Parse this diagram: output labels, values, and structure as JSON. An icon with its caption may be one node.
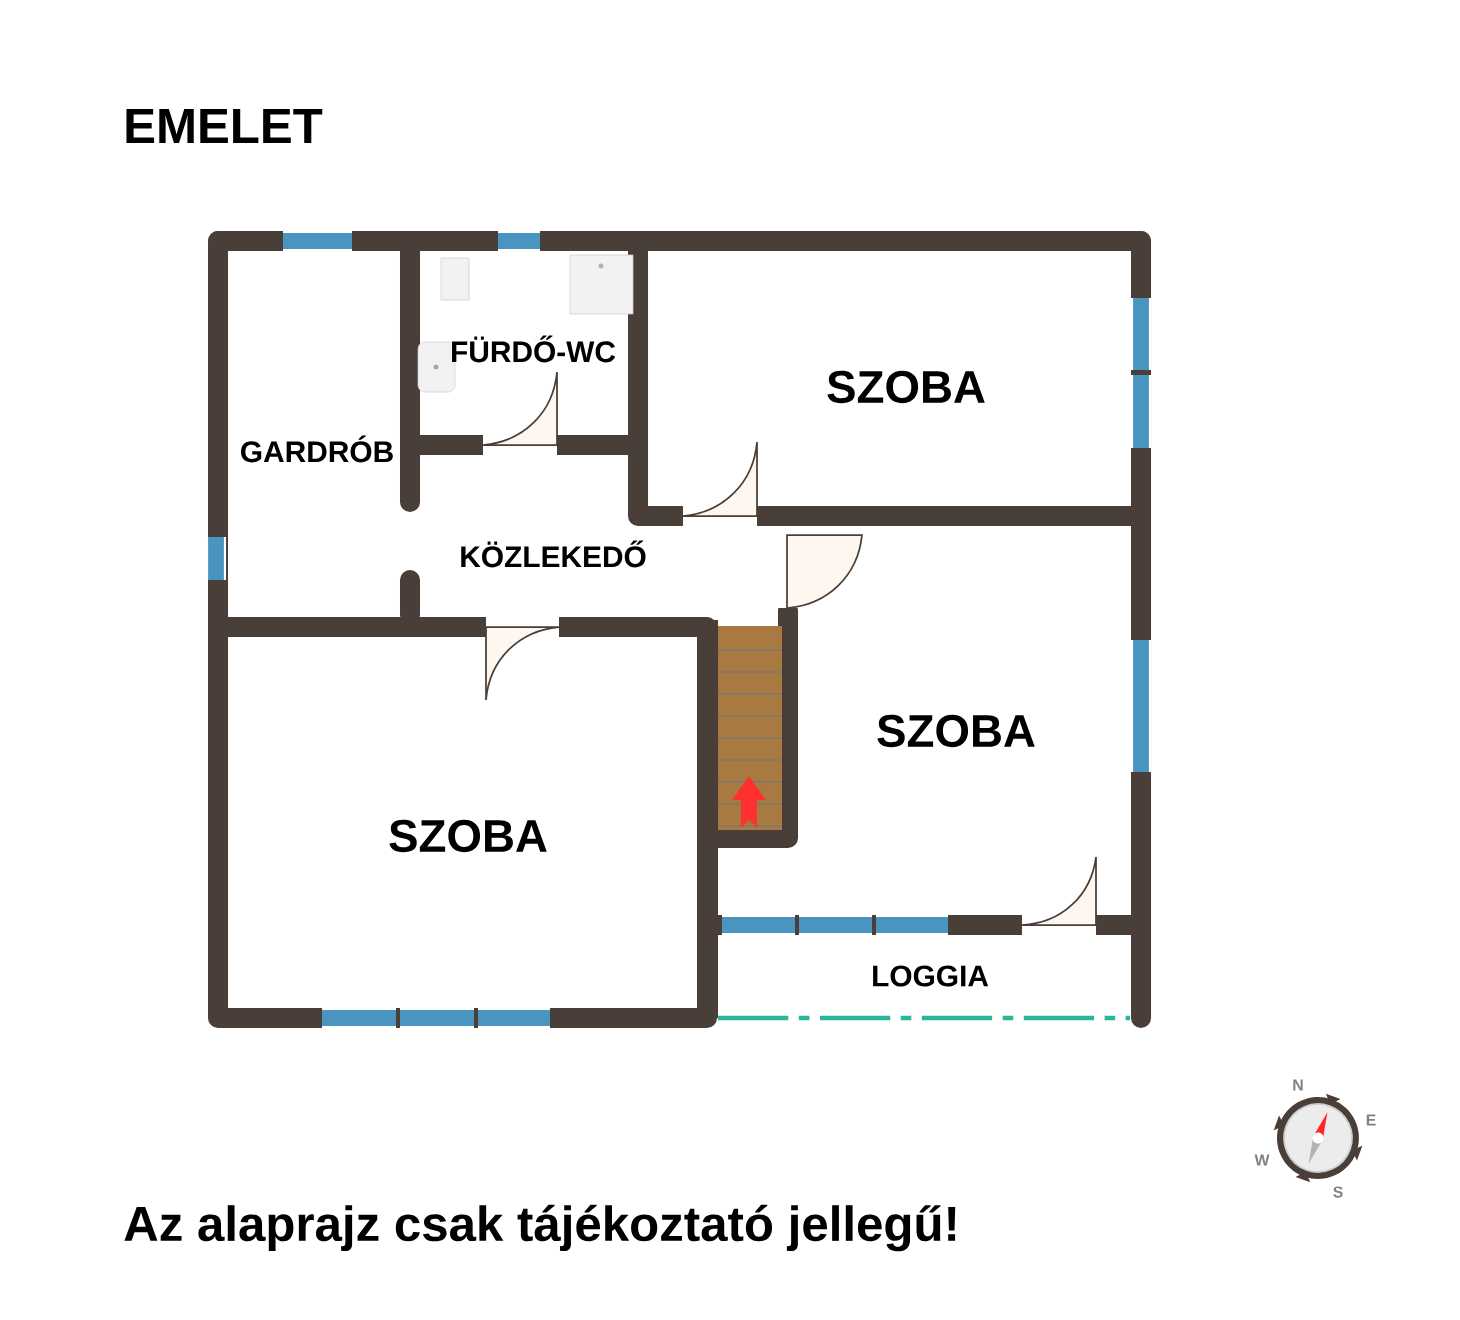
{
  "diagram": {
    "title": "EMELET",
    "caption": "Az alaprajz csak tájékoztató jellegű!",
    "labels": [
      "FÜRDŐ-WC",
      "SZOBA",
      "GARDRÓB",
      "KÖZLEKEDŐ",
      "SZOBA",
      "SZOBA",
      "LOGGIA",
      "N",
      "E",
      "W",
      "S"
    ]
  }
}
